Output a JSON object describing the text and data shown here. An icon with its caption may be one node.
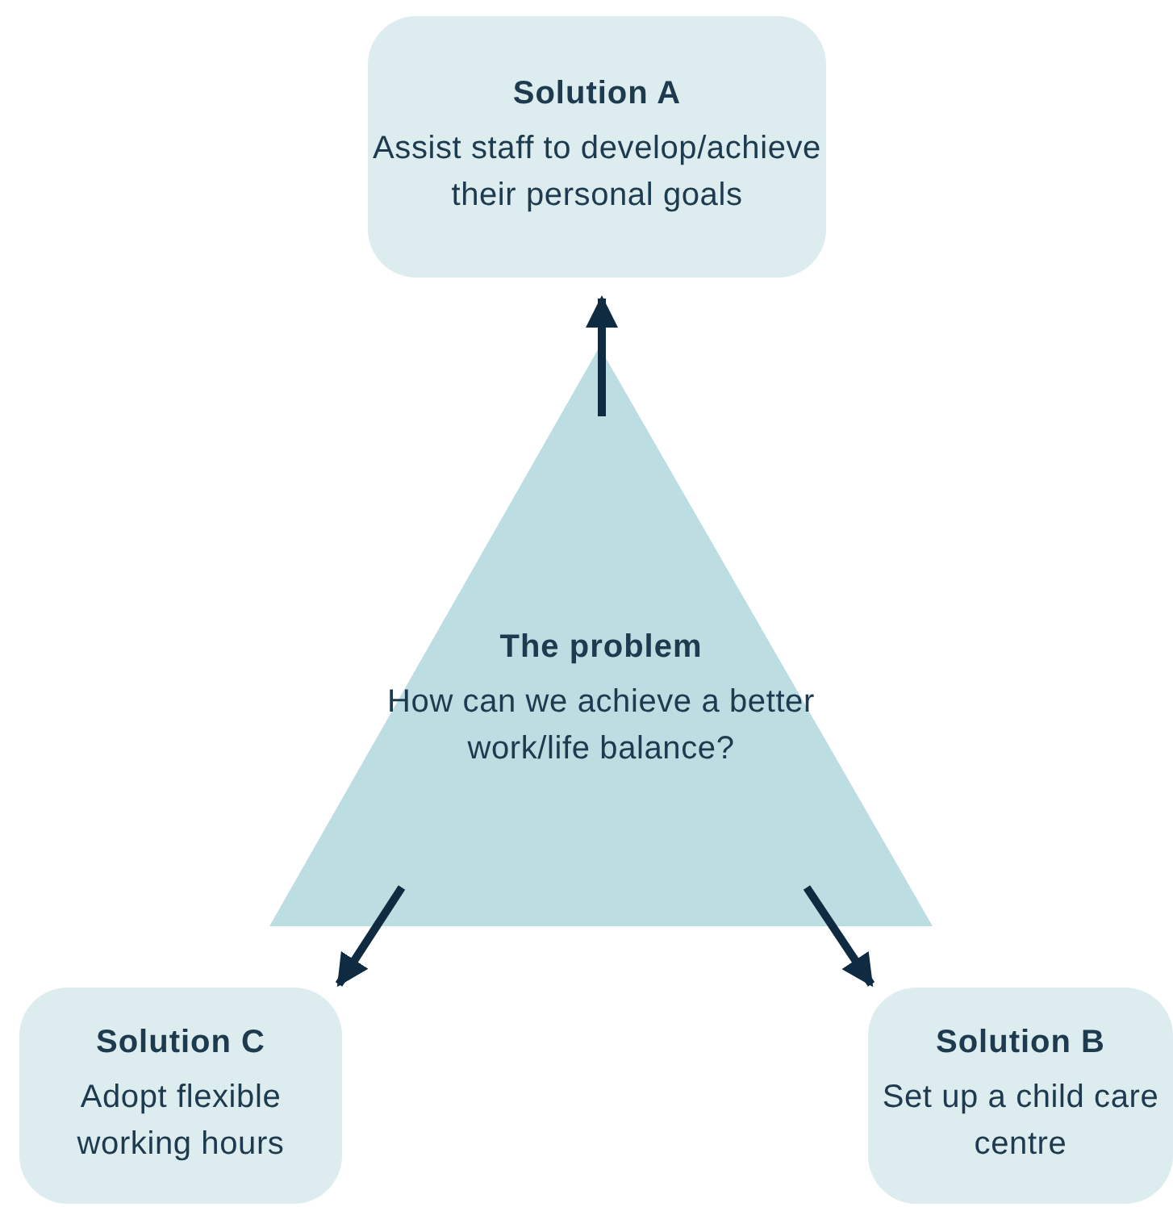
{
  "diagram": {
    "nodes": [
      {
        "text": [
          "Solution A",
          "Assist staff to develop/achieve their personal goals"
        ]
      },
      {
        "text": [
          "The problem",
          "How can we achieve a better work/life balance?"
        ]
      },
      {
        "text": [
          "Solution C",
          "Adopt flexible working hours"
        ]
      },
      {
        "text": [
          "Solution B",
          "Set up a child care centre"
        ]
      }
    ],
    "edges": [
      {
        "from": 1,
        "to": 0,
        "arrow": "to"
      },
      {
        "from": 1,
        "to": 2,
        "arrow": "to"
      },
      {
        "from": 1,
        "to": 3,
        "arrow": "to"
      }
    ]
  }
}
